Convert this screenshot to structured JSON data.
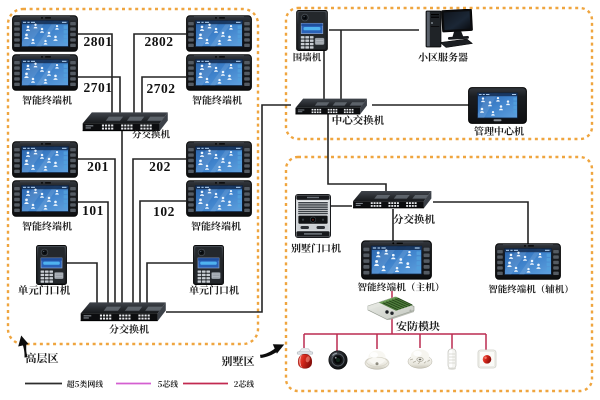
{
  "page": {
    "type": "network-topology-diagram",
    "background": "#ffffff"
  },
  "zones": {
    "highrise": {
      "area_label": "高层区",
      "terminal_label": "智能终端机",
      "switch_label": "分交换机",
      "door_station_label": "单元门口机",
      "rooms": [
        "2801",
        "2802",
        "2701",
        "2702",
        "201",
        "202",
        "101",
        "102"
      ]
    },
    "management_center": {
      "wall_station_label": "围墙机",
      "server_label": "小区服务器",
      "switch_label": "中心交换机",
      "console_label": "管理中心机"
    },
    "villa": {
      "area_label": "别墅区",
      "door_station_label": "别墅门口机",
      "switch_label": "分交换机",
      "main_terminal_label": "智能终端机（主机）",
      "aux_terminal_label": "智能终端机（辅机）",
      "security_module_label": "安防模块",
      "sensor_icons": [
        "alarm-siren-icon",
        "camera-icon",
        "smoke-detector-icon",
        "heat-detector-icon",
        "door-magnet-sensor-icon",
        "panic-button-icon"
      ]
    }
  },
  "legend": {
    "cat5_label": "超5类网线",
    "five_core_label": "5芯线",
    "two_core_label": "2芯线"
  },
  "colors": {
    "zone_border": "#f0a43c",
    "cat5_line": "#2d2d2d",
    "five_core_line": "#d45fd0",
    "two_core_line": "#c22a50"
  }
}
